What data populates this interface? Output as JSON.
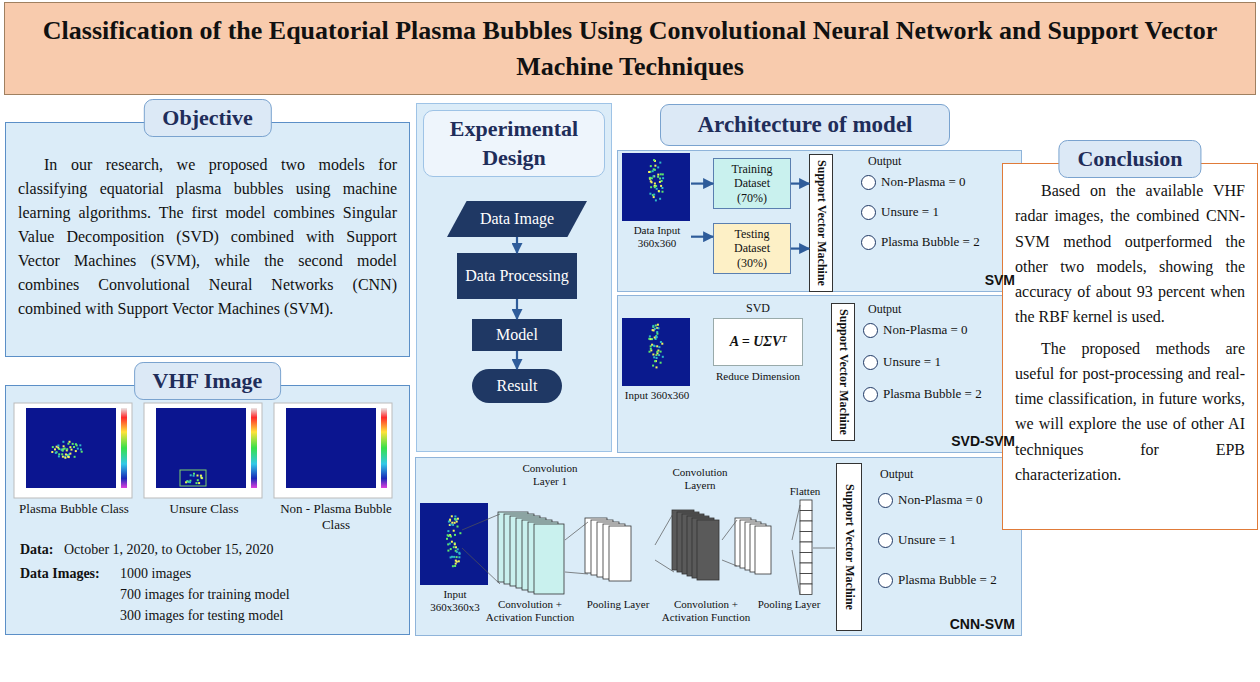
{
  "diagram": {
    "title": "Classification of the Equatorial Plasma Bubbles Using Convolutional Neural Network and Support Vector Machine Techniques",
    "nodes": [
      {
        "text": [
          "Objective",
          "In our research, we proposed two models for classifying equatorial plasma bubbles using machine learning algorithms. The first model combines Singular Value Decomposition (SVD) combined with Support Vector Machines (SVM), while the second model combines Convolutional Neural Networks (CNN) combined with Support Vector Machines (SVM)."
        ]
      },
      {
        "text": [
          "VHF Image"
        ]
      },
      {
        "text": [
          "Experimental Design"
        ]
      },
      {
        "text": [
          "Data Image"
        ],
        "in": 2
      },
      {
        "text": [
          "Data Processing"
        ],
        "in": 2
      },
      {
        "text": [
          "Model"
        ],
        "in": 2
      },
      {
        "text": [
          "Result"
        ],
        "in": 2
      },
      {
        "text": [
          "Architecture of model"
        ]
      },
      {
        "text": [
          "SVM"
        ]
      },
      {
        "text": [
          "Data Input 360x360"
        ],
        "in": 8
      },
      {
        "text": [
          "Training Dataset (70%)"
        ],
        "in": 8
      },
      {
        "text": [
          "Testing Dataset (30%)"
        ],
        "in": 8
      },
      {
        "text": [
          "Support Vector Machine"
        ],
        "in": 8
      },
      {
        "text": [
          "Non-Plasma = 0"
        ],
        "in": 8
      },
      {
        "text": [
          "Unsure = 1"
        ],
        "in": 8
      },
      {
        "text": [
          "Plasma Bubble = 2"
        ],
        "in": 8
      },
      {
        "text": [
          "SVD-SVM"
        ]
      },
      {
        "text": [
          "Input 360x360"
        ],
        "in": 16
      },
      {
        "text": [
          "SVD",
          "A = UΣVᵀ",
          "Reduce Dimension"
        ],
        "in": 16
      },
      {
        "text": [
          "Support Vector Machine"
        ],
        "in": 16
      },
      {
        "text": [
          "Non-Plasma = 0"
        ],
        "in": 16
      },
      {
        "text": [
          "Unsure = 1"
        ],
        "in": 16
      },
      {
        "text": [
          "Plasma Bubble = 2"
        ],
        "in": 16
      },
      {
        "text": [
          "CNN-SVM"
        ]
      },
      {
        "text": [
          "Input 360x360x3"
        ],
        "in": 23
      },
      {
        "text": [
          "Support Vector Machine"
        ],
        "in": 23
      },
      {
        "text": [
          "Non-Plasma = 0"
        ],
        "in": 23
      },
      {
        "text": [
          "Unsure = 1"
        ],
        "in": 23
      },
      {
        "text": [
          "Plasma Bubble = 2"
        ],
        "in": 23
      },
      {
        "text": [
          "Conclusion",
          "Based on the available VHF radar images, the combined CNN-SVM method outperformed the other two models, showing the accuracy of about 93 percent when the RBF kernel is used.",
          "The proposed methods are useful for post-processing and real-time classification, in future works, we will explore the use of other AI techniques for EPB characterization."
        ]
      }
    ],
    "edges": [
      {
        "from": 3,
        "to": 4,
        "arrow": "to"
      },
      {
        "from": 4,
        "to": 5,
        "arrow": "to"
      },
      {
        "from": 5,
        "to": 6,
        "arrow": "to"
      },
      {
        "from": 9,
        "to": 10,
        "arrow": "to"
      },
      {
        "from": 9,
        "to": 11,
        "arrow": "to"
      },
      {
        "from": 10,
        "to": 12,
        "arrow": "to"
      },
      {
        "from": 11,
        "to": 12,
        "arrow": "to"
      }
    ],
    "labels": [
      "Output",
      "Output",
      "Output",
      "Convolution Layer 1",
      "Convolution Layern",
      "Flatten",
      "Convolution + Activation Function",
      "Pooling Layer",
      "Convolution + Activation Function",
      "Pooling Layer",
      "Plasma Bubble Class",
      "Unsure Class",
      "Non - Plasma Bubble Class",
      "Data:",
      "October 1, 2020, to October 15, 2020",
      "Data Images:",
      "1000 images",
      "700 images for training model",
      "300 images for testing model"
    ]
  }
}
